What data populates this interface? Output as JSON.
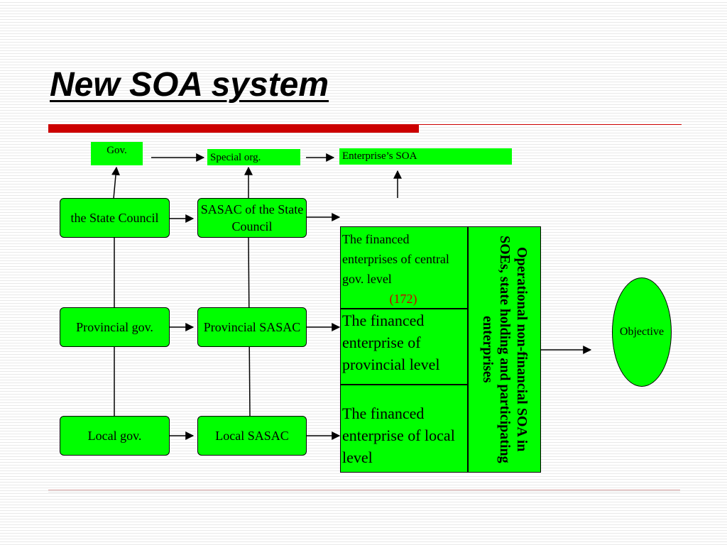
{
  "slide": {
    "title": "New SOA system"
  },
  "top_row": {
    "gov": "Gov.",
    "special_org": "Special org.",
    "enterprise_soa": "Enterprise’s SOA"
  },
  "gov_column": {
    "state_council": "the State Council",
    "provincial": "Provincial gov.",
    "local": "Local gov."
  },
  "sasac_column": {
    "state_council": "SASAC of the State Council",
    "provincial": "Provincial SASAC",
    "local": "Local SASAC"
  },
  "enterprise_grid": {
    "central": "The financed enterprises of central gov. level",
    "central_count": "(172)",
    "provincial": "The financed enterprise of provincial level",
    "local": "The financed enterprise of local level",
    "operational": "Operational non-financial SOA in SOEs, state holding and participating enterprises"
  },
  "objective": "Objective",
  "colors": {
    "box_fill": "#00ff00",
    "accent_red": "#cc0000",
    "count_red": "#cc0000"
  }
}
